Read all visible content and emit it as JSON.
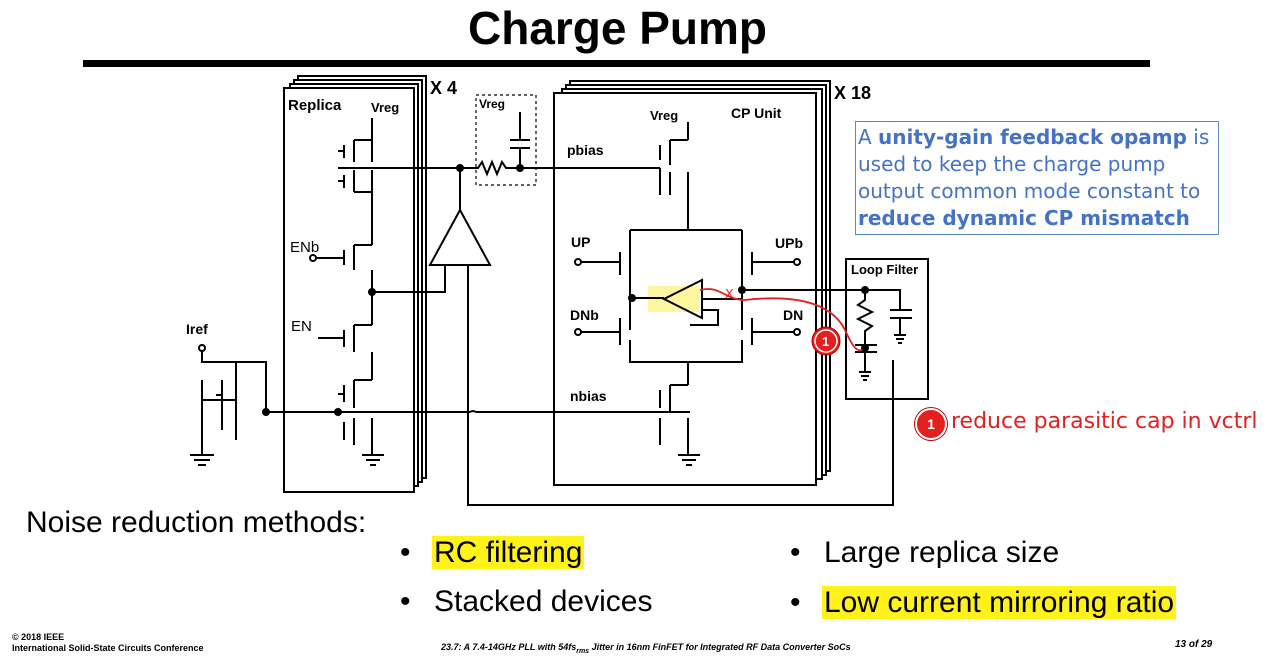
{
  "title": "Charge Pump",
  "diagram": {
    "replica_multiplier": "X 4",
    "cp_multiplier": "X 18",
    "replica_label": "Replica",
    "replica_vreg": "Vreg",
    "filter_vreg": "Vreg",
    "cp_vreg": "Vreg",
    "cp_unit_label": "CP Unit",
    "pbias": "pbias",
    "nbias": "nbias",
    "enb": "ENb",
    "en": "EN",
    "iref": "Iref",
    "up": "UP",
    "upb": "UPb",
    "dnb": "DNb",
    "dn": "DN",
    "loop_filter": "Loop Filter",
    "mismatch_mark": "X",
    "badge_number": "1"
  },
  "callout": {
    "part1": "A ",
    "bold1": "unity-gain feedback opamp",
    "part2": " is used to keep the charge pump output common mode constant to ",
    "bold2": "reduce dynamic CP mismatch"
  },
  "note": {
    "badge": "1",
    "text": "reduce parasitic cap in vctrl"
  },
  "noise": {
    "heading": "Noise reduction methods:",
    "bullet_symbol": "•",
    "left_items": [
      {
        "text": "RC filtering",
        "highlight": true
      },
      {
        "text": "Stacked devices",
        "highlight": false
      }
    ],
    "right_items": [
      {
        "text": "Large replica size",
        "highlight": false
      },
      {
        "text": "Low current mirroring ratio",
        "highlight": true
      }
    ]
  },
  "footer": {
    "copyright": "© 2018 IEEE",
    "conference": "International Solid-State Circuits Conference",
    "paper_prefix": "23.7: A 7.4-14GHz PLL with 54fs",
    "paper_sub": "rms",
    "paper_suffix": " Jitter in 16nm FinFET for Integrated RF Data Converter SoCs",
    "page": "13 of 29"
  },
  "colors": {
    "callout_text": "#4472c4",
    "annotation_red": "#e32020",
    "highlight": "#fff21a"
  }
}
